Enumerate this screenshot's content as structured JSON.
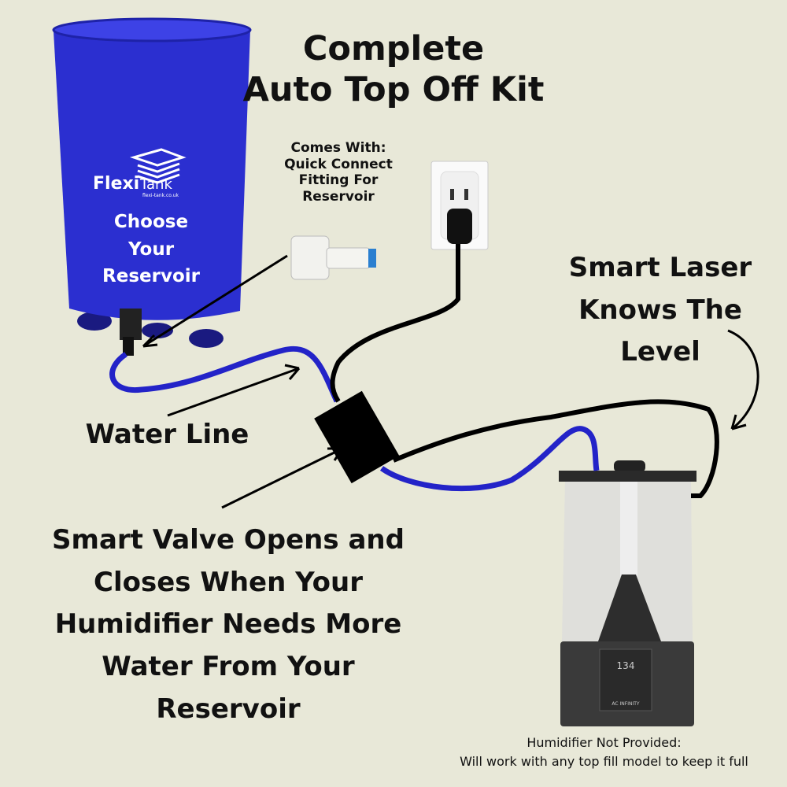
{
  "title": {
    "line1": "Complete",
    "line2": "Auto Top Off Kit"
  },
  "fitting_note": {
    "lines": [
      "Comes With:",
      "Quick Connect",
      "Fitting For",
      "Reservoir"
    ]
  },
  "reservoir_label": {
    "lines": [
      "Choose",
      "Your",
      "Reservoir"
    ]
  },
  "laser_label": {
    "lines": [
      "Smart Laser",
      "Knows The",
      "Level"
    ]
  },
  "water_line_label": "Water Line",
  "valve_label": {
    "lines": [
      "Smart Valve Opens and",
      "Closes When Your",
      "Humidifier Needs More",
      "Water From Your",
      "Reservoir"
    ]
  },
  "humidifier_note": {
    "line1": "Humidifier Not Provided:",
    "line2": "Will work with any top fill model to keep it full"
  },
  "logos": {
    "tank_brand": "FlexiTank",
    "tank_url": "flexi-tank.co.uk",
    "humidifier_brand": "AC INFINITY",
    "display_readout": "134"
  },
  "colors": {
    "background": "#e8e8d8",
    "tank_blue": "#2b2fd0",
    "water_line": "#2323c8",
    "cable": "#000000",
    "humidifier": "#3a3a3a"
  }
}
